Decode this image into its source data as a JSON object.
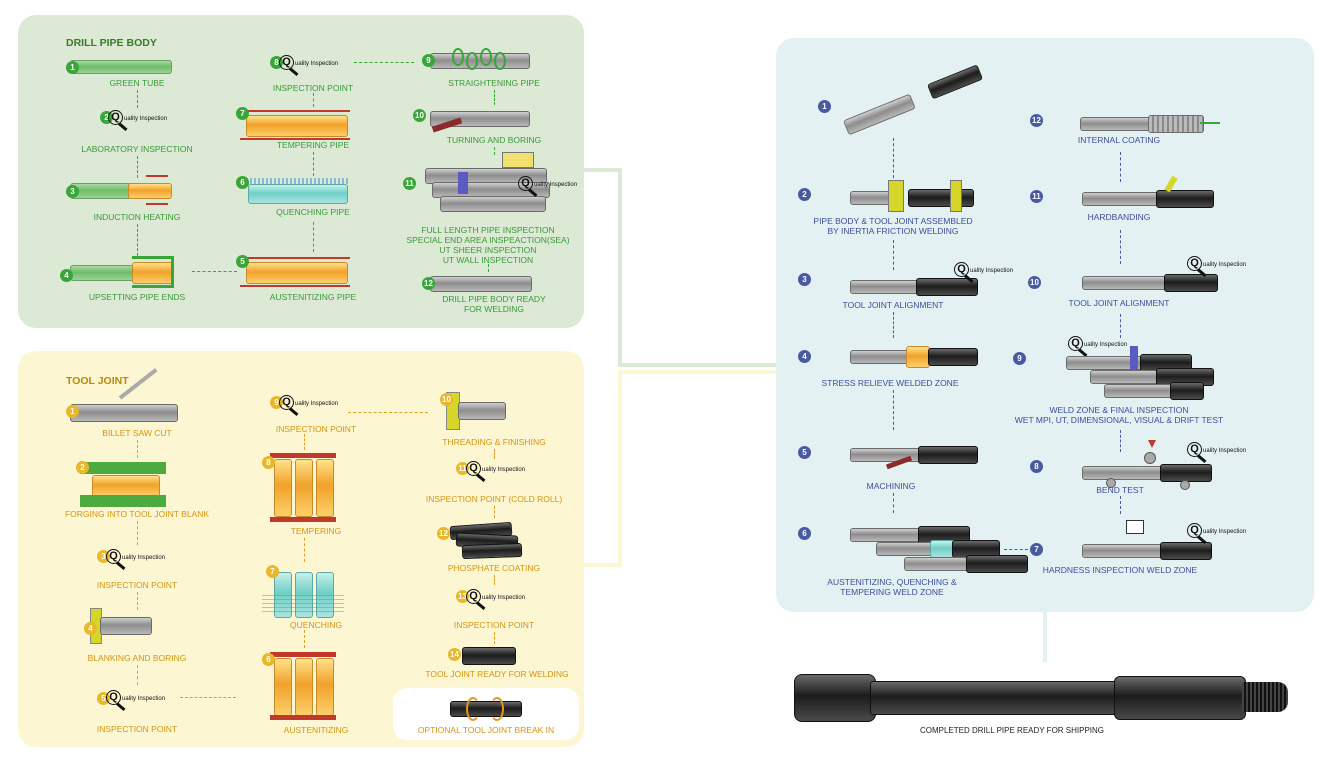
{
  "sections": {
    "drill_pipe_body": "DRILL PIPE BODY",
    "tool_joint": "TOOL JOINT"
  },
  "qi_text": "uality Inspection",
  "qi_letter": "Q",
  "drill_pipe_steps": [
    {
      "n": "1",
      "label": "GREEN TUBE"
    },
    {
      "n": "2",
      "label": "LABORATORY INSPECTION"
    },
    {
      "n": "3",
      "label": "INDUCTION HEATING"
    },
    {
      "n": "4",
      "label": "UPSETTING PIPE ENDS"
    },
    {
      "n": "5",
      "label": "AUSTENITIZING PIPE"
    },
    {
      "n": "6",
      "label": "QUENCHING PIPE"
    },
    {
      "n": "7",
      "label": "TEMPERING PIPE"
    },
    {
      "n": "8",
      "label": "INSPECTION POINT"
    },
    {
      "n": "9",
      "label": "STRAIGHTENING PIPE"
    },
    {
      "n": "10",
      "label": "TURNING AND BORING"
    },
    {
      "n": "11",
      "label": "FULL LENGTH PIPE INSPECTION\nSPECIAL END AREA INSPEACTION(SEA)\nUT SHEER INSPECTION\nUT WALL INSPECTION"
    },
    {
      "n": "12",
      "label": "DRILL PIPE BODY READY\nFOR WELDING"
    }
  ],
  "tool_joint_steps": [
    {
      "n": "1",
      "label": "BILLET SAW CUT"
    },
    {
      "n": "2",
      "label": "FORGING INTO TOOL JOINT BLANK"
    },
    {
      "n": "3",
      "label": "INSPECTION POINT"
    },
    {
      "n": "4",
      "label": "BLANKING AND BORING"
    },
    {
      "n": "5",
      "label": "INSPECTION POINT"
    },
    {
      "n": "6",
      "label": "AUSTENITIZING"
    },
    {
      "n": "7",
      "label": "QUENCHING"
    },
    {
      "n": "8",
      "label": "TEMPERING"
    },
    {
      "n": "9",
      "label": "INSPECTION POINT"
    },
    {
      "n": "10",
      "label": "THREADING & FINISHING"
    },
    {
      "n": "11",
      "label": "INSPECTION POINT (COLD ROLL)"
    },
    {
      "n": "12",
      "label": "PHOSPHATE COATING"
    },
    {
      "n": "13",
      "label": "INSPECTION POINT"
    },
    {
      "n": "14",
      "label": "TOOL JOINT READY FOR WELDING"
    },
    {
      "n": "",
      "label": "OPTIONAL TOOL JOINT BREAK IN"
    }
  ],
  "weld_steps": [
    {
      "n": "1",
      "label": ""
    },
    {
      "n": "2",
      "label": "PIPE BODY & TOOL JOINT ASSEMBLED\nBY INERTIA FRICTION WELDING"
    },
    {
      "n": "3",
      "label": "TOOL JOINT ALIGNMENT"
    },
    {
      "n": "4",
      "label": "STRESS RELIEVE WELDED ZONE"
    },
    {
      "n": "5",
      "label": "MACHINING"
    },
    {
      "n": "6",
      "label": "AUSTENITIZING, QUENCHING &\nTEMPERING WELD ZONE"
    },
    {
      "n": "7",
      "label": "HARDNESS INSPECTION WELD ZONE"
    },
    {
      "n": "8",
      "label": "BEND TEST"
    },
    {
      "n": "9",
      "label": "WELD ZONE & FINAL INSPECTION\nWET MPI, UT, DIMENSIONAL, VISUAL & DRIFT TEST"
    },
    {
      "n": "10",
      "label": "TOOL JOINT ALIGNMENT"
    },
    {
      "n": "11",
      "label": "HARDBANDING"
    },
    {
      "n": "12",
      "label": "INTERNAL COATING"
    }
  ],
  "final_label": "COMPLETED DRILL PIPE READY FOR SHIPPING",
  "colors": {
    "green_panel": "#dce9d4",
    "yellow_panel": "#fdf6d3",
    "blue_panel": "#e3f1f3",
    "green": "#3aa63a",
    "yellow": "#e8b82a",
    "blue": "#4a5aa0"
  }
}
